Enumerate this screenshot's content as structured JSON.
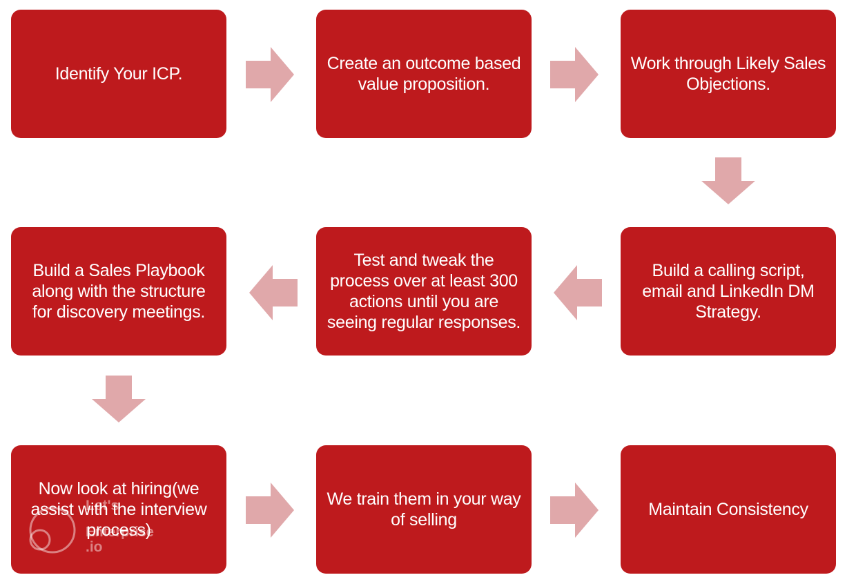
{
  "steps": [
    {
      "id": "step-1",
      "text": "Identify Your ICP."
    },
    {
      "id": "step-2",
      "text": "Create an outcome based value proposition."
    },
    {
      "id": "step-3",
      "text": "Work through Likely Sales Objections."
    },
    {
      "id": "step-4",
      "text": "Build a calling script, email and LinkedIn DM Strategy."
    },
    {
      "id": "step-5",
      "text": "Test and tweak the process over at least 300 actions until you are seeing regular responses."
    },
    {
      "id": "step-6",
      "text": "Build a Sales Playbook along with the structure for discovery meetings."
    },
    {
      "id": "step-7",
      "text": "Now look at hiring(we assist with the interview process)"
    },
    {
      "id": "step-8",
      "text": "We train them in your way of selling"
    },
    {
      "id": "step-9",
      "text": "Maintain Consistency"
    }
  ],
  "watermark": {
    "line1": "Let's",
    "line2": "Enterprise",
    "line3": ".io"
  },
  "colors": {
    "box": "#be1a1d",
    "arrow": "#e0a8aa",
    "text": "#ffffff"
  }
}
